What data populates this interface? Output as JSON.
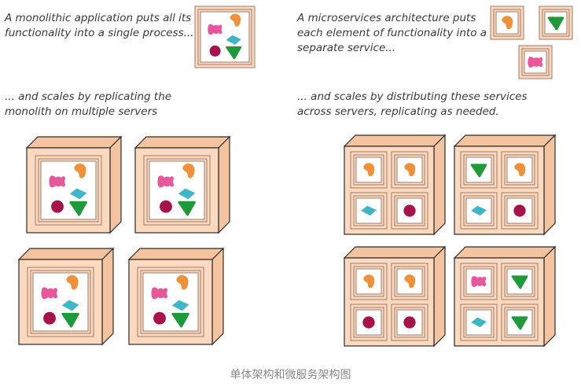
{
  "captions": {
    "monolith_intro": [
      "A monolithic application puts all its",
      "functionality into a single process..."
    ],
    "monolith_scale": [
      "... and scales by replicating the",
      "monolith on multiple servers"
    ],
    "micro_intro": [
      "A microservices architecture puts",
      "each element of functionality into a",
      "separate service..."
    ],
    "micro_scale": [
      "... and scales by distributing these services",
      "across servers, replicating as needed."
    ]
  },
  "footer": "单体架构和微服务架构图",
  "colors": {
    "server_face": "#fad9bf",
    "server_side": "#f4c4a0",
    "server_stroke": "#2b2b2b",
    "frame_line": "#a07a6a",
    "orange_blob": "#f0913a",
    "pink_bone": "#e8579a",
    "teal_diamond": "#3fb6c8",
    "crimson_circle": "#a8124a",
    "green_triangle": "#1f9a3a"
  },
  "shapes": [
    "orange-blob",
    "pink-bone",
    "teal-diamond",
    "crimson-circle",
    "green-triangle"
  ],
  "micro_servers": [
    [
      "orange-blob",
      "orange-blob",
      "teal-diamond",
      "crimson-circle"
    ],
    [
      "green-triangle",
      "orange-blob",
      "teal-diamond",
      "crimson-circle"
    ],
    [
      "orange-blob",
      "orange-blob",
      "crimson-circle",
      "crimson-circle"
    ],
    [
      "pink-bone",
      "green-triangle",
      "teal-diamond",
      "green-triangle"
    ]
  ]
}
